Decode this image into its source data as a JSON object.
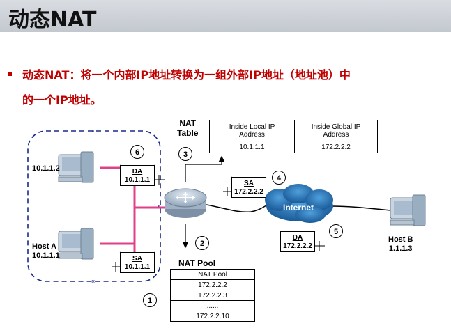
{
  "header": {
    "title": "动态NAT"
  },
  "bullet": {
    "term": "动态NAT",
    "sep": "：",
    "line1_rest": "将一个内部IP地址转换为一组外部IP地址（地址池）中",
    "line2": "的一个IP地址。"
  },
  "diagram": {
    "nat_table_label": [
      "NAT",
      "Table"
    ],
    "nat_table": {
      "headers": [
        "Inside Local  IP Address",
        "Inside Global  IP Address"
      ],
      "header_lines": [
        [
          "Inside Local  IP",
          "Address"
        ],
        [
          "Inside Global  IP",
          "Address"
        ]
      ],
      "rows": [
        [
          "10.1.1.1",
          "172.2.2.2"
        ]
      ]
    },
    "nat_pool_label": "NAT Pool",
    "nat_pool": [
      "NAT Pool",
      "172.2.2.2",
      "172.2.2.3",
      "......",
      "172.2.2.10"
    ],
    "hosts": {
      "host_top": "10.1.1.2",
      "host_a": [
        "Host A",
        "10.1.1.1"
      ],
      "host_b": [
        "Host B",
        "1.1.1.3"
      ]
    },
    "internet_label": "Internet",
    "packets": [
      {
        "field": "DA",
        "addr": "10.1.1.1"
      },
      {
        "field": "SA",
        "addr": "10.1.1.1"
      },
      {
        "field": "SA",
        "addr": "172.2.2.2"
      },
      {
        "field": "DA",
        "addr": "172.2.2.2"
      }
    ],
    "steps": [
      "1",
      "2",
      "3",
      "4",
      "5",
      "6"
    ],
    "colors": {
      "link_pink": "#e0408a",
      "lan_border": "#1a2a8a",
      "cloud": "#1f6fb0",
      "title_bg": "#c9ced5",
      "accent": "#c00000"
    }
  }
}
